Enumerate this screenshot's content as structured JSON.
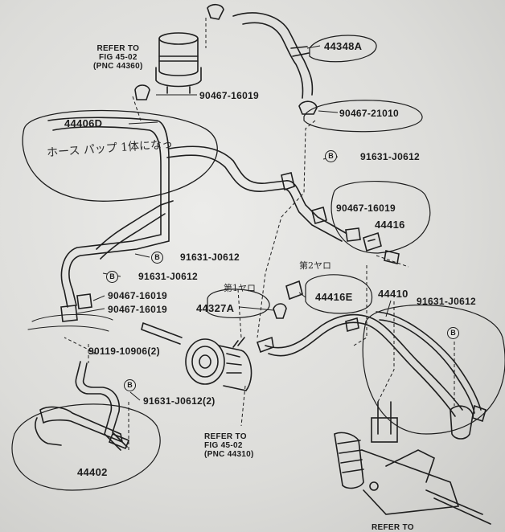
{
  "refs": {
    "top_reservoir": {
      "line1": "REFER TO",
      "line2": "FIG 45-02",
      "line3": "(PNC 44360)"
    },
    "pump": {
      "line1": "REFER TO",
      "line2": "FIG 45-02",
      "line3": "(PNC 44310)"
    },
    "bottom": {
      "line1": "REFER TO"
    }
  },
  "parts": {
    "p44348A": "44348A",
    "p90467_16019_top": "90467-16019",
    "p90467_21010": "90467-21010",
    "p44406D": "44406D",
    "p91631_J0612_a": "91631-J0612",
    "p90467_16019_right": "90467-16019",
    "p44416": "44416",
    "p91631_J0612_b": "91631-J0612",
    "p91631_J0612_c": "91631-J0612",
    "p90467_16019_l1": "90467-16019",
    "p90467_16019_l2": "90467-16019",
    "p44327A": "44327A",
    "p44416E": "44416E",
    "p44410": "44410",
    "p91631_J0612_d": "91631-J0612",
    "p90119": "90119-10906(2)",
    "p91631_J0612_2": "91631-J0612(2)",
    "p44402": "44402"
  },
  "marks": {
    "b": "B"
  },
  "handwriting": {
    "note_main": "ホース パップ 1体になっ",
    "note_small1": "第2ヤロ",
    "note_small2": "第1ヤロ"
  }
}
